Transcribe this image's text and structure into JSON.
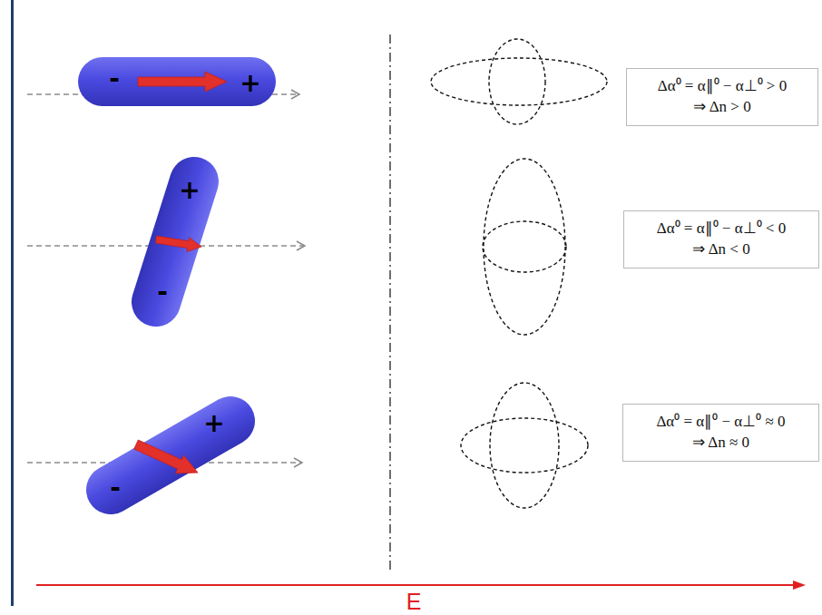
{
  "diagram": {
    "nodes": [
      {
        "text": [
          "-",
          "+"
        ]
      },
      {
        "text": [
          "Δα⁰ = α∥⁰ − α⊥⁰ > 0",
          "⇒ Δn > 0"
        ]
      },
      {
        "text": [
          "+",
          "-"
        ]
      },
      {
        "text": [
          "Δα⁰ = α∥⁰ − α⊥⁰ < 0",
          "⇒ Δn < 0"
        ]
      },
      {
        "text": [
          "-",
          "+"
        ]
      },
      {
        "text": [
          "Δα⁰ = α∥⁰ − α⊥⁰ ≈ 0",
          "⇒ Δn ≈ 0"
        ]
      }
    ],
    "edges": [],
    "labels": [
      "E"
    ]
  }
}
